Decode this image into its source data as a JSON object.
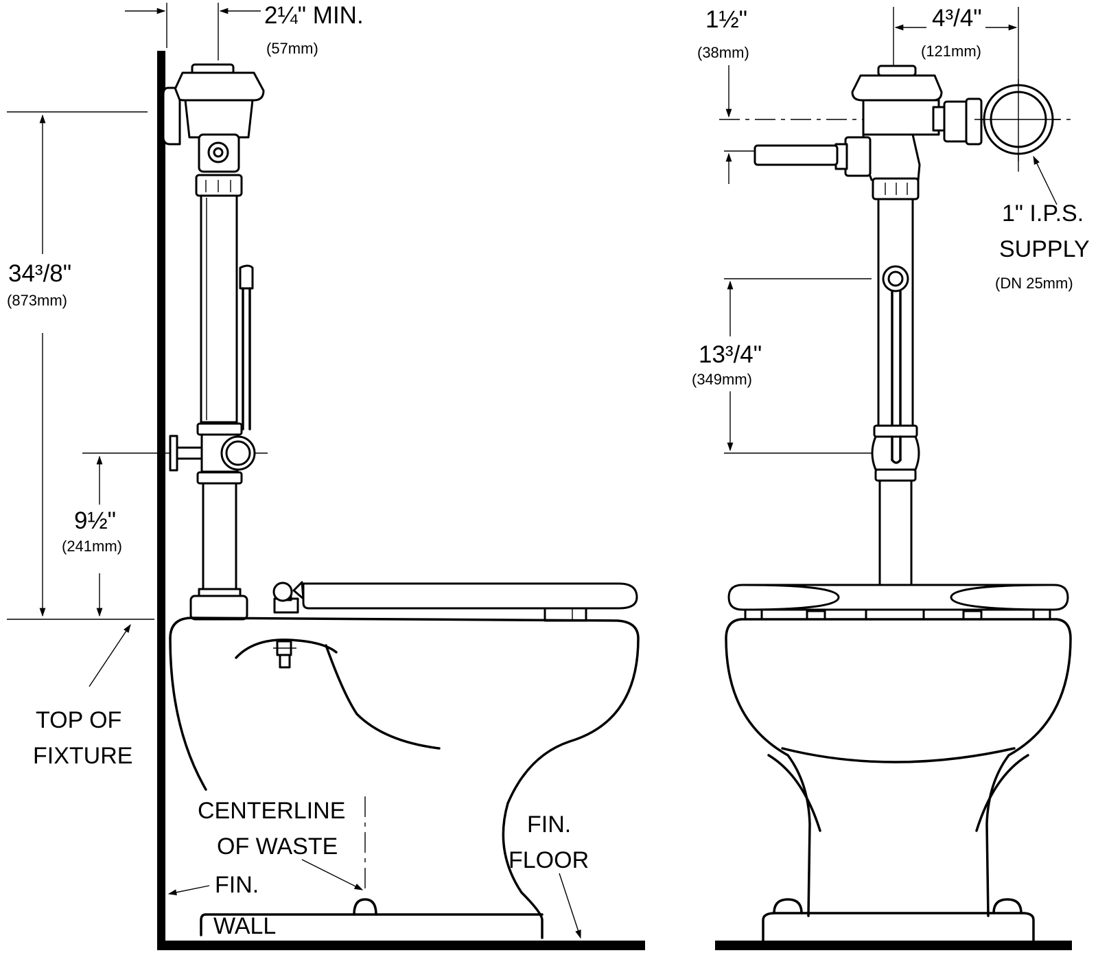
{
  "side_view": {
    "top_dim": {
      "value": "2¼\" MIN.",
      "metric": "(57mm)"
    },
    "height_dim": {
      "value": "34³/8\"",
      "metric": "(873mm)"
    },
    "lower_dim": {
      "value": "9½\"",
      "metric": "(241mm)"
    },
    "top_of_fixture": {
      "line1": "TOP OF",
      "line2": "FIXTURE"
    },
    "centerline": {
      "line1": "CENTERLINE",
      "line2": "OF WASTE"
    },
    "fin_wall": {
      "line1": "FIN.",
      "line2": "WALL"
    },
    "fin_floor": {
      "line1": "FIN.",
      "line2": "FLOOR"
    }
  },
  "front_view": {
    "dim_a": {
      "value": "1½\"",
      "metric": "(38mm)"
    },
    "dim_b": {
      "value": "4³/4\"",
      "metric": "(121mm)"
    },
    "dim_c": {
      "value": "13³/4\"",
      "metric": "(349mm)"
    },
    "supply": {
      "line1": "1\" I.P.S.",
      "line2": "SUPPLY",
      "line3": "(DN 25mm)"
    }
  }
}
